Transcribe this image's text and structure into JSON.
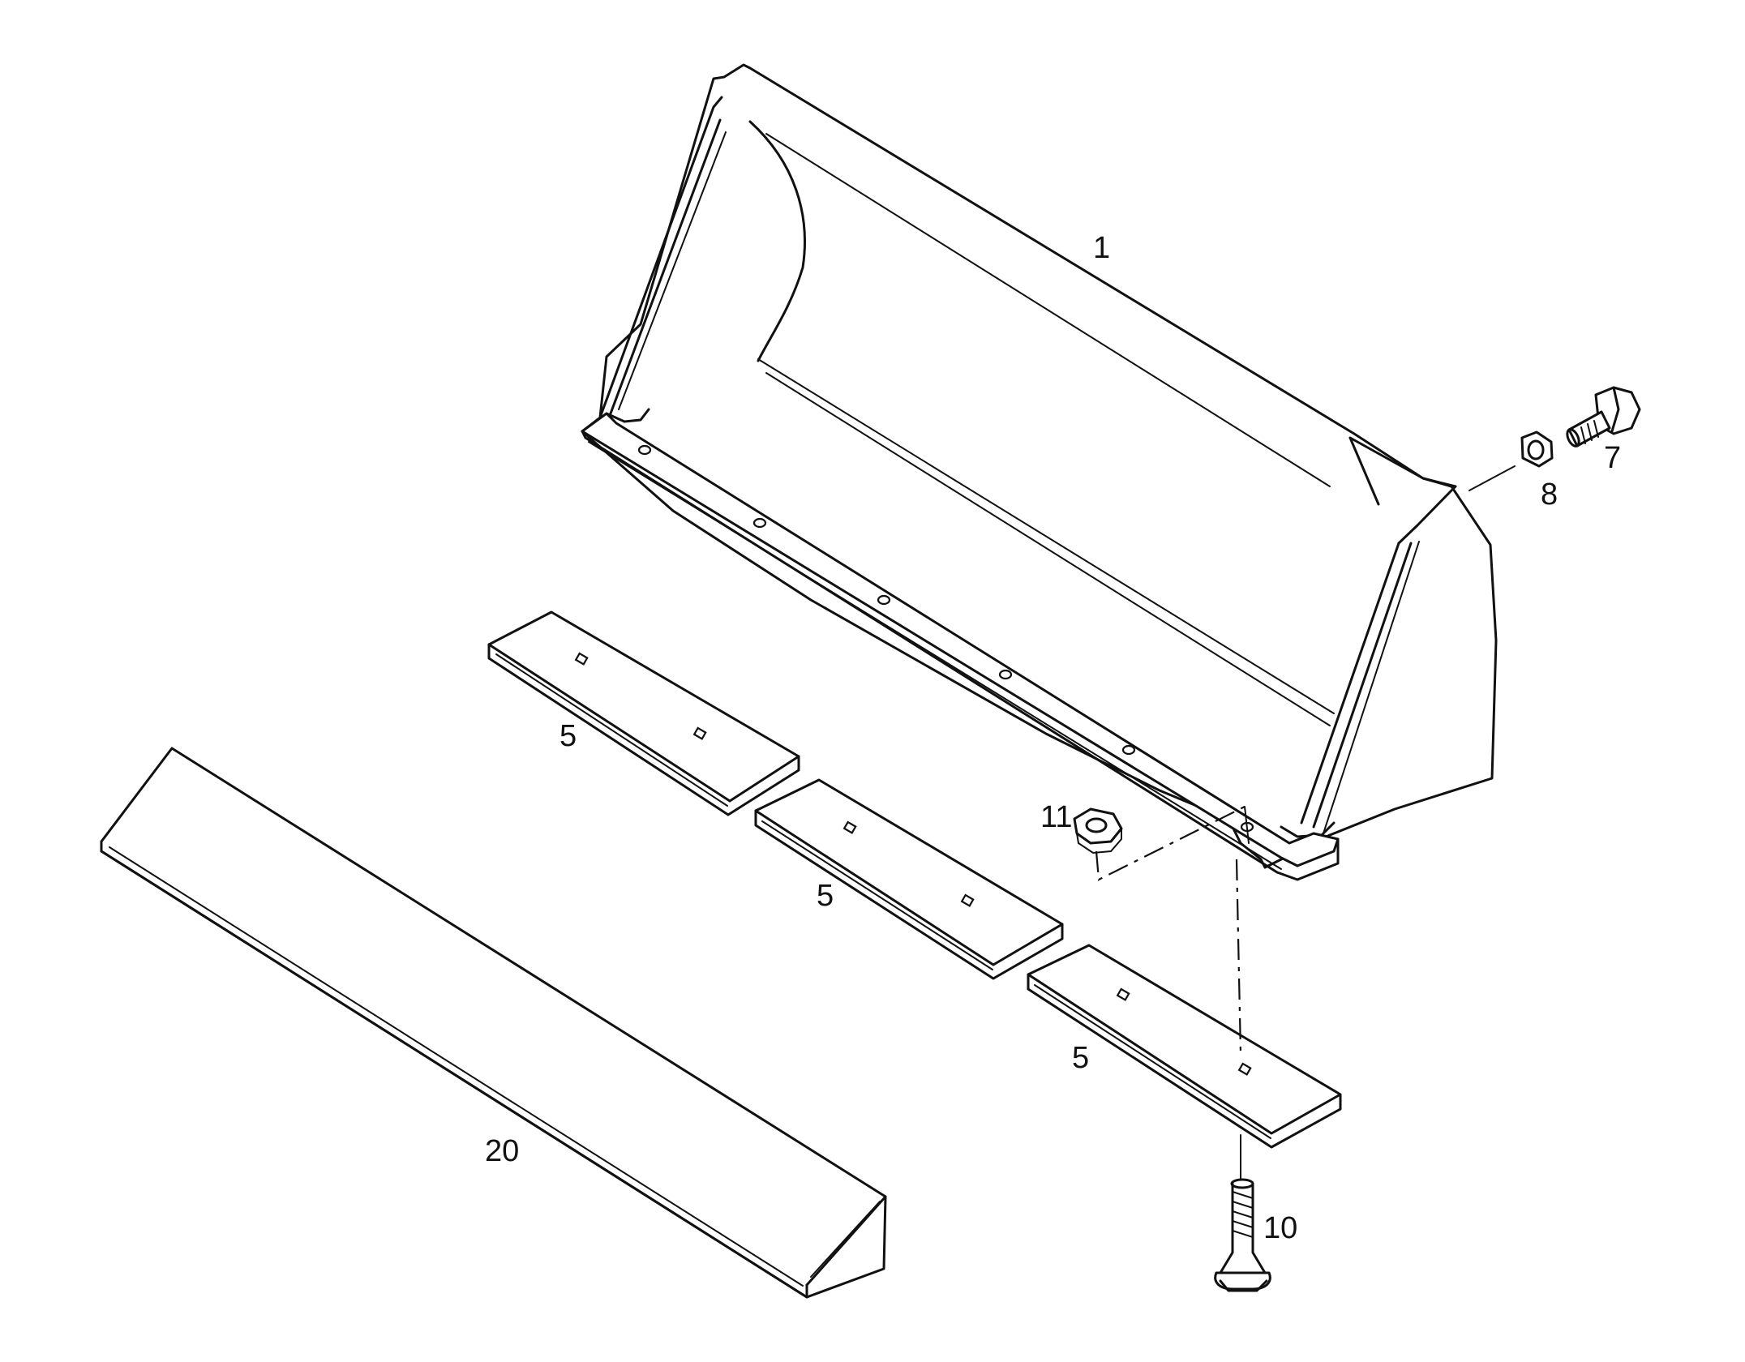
{
  "diagram": {
    "callouts": {
      "bucket": "1",
      "cutting_edge_left": "5",
      "cutting_edge_middle": "5",
      "cutting_edge_right": "5",
      "bolt_top": "7",
      "nut_top": "8",
      "bolt_bottom": "10",
      "nut_bottom": "11",
      "bolt_on_edge": "20"
    }
  }
}
